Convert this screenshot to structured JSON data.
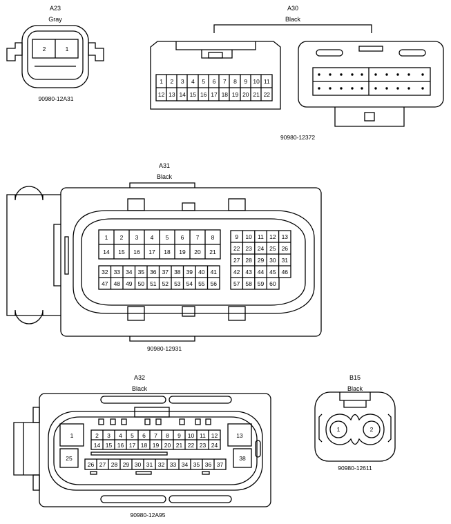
{
  "connectors": {
    "a23": {
      "id": "A23",
      "color": "Gray",
      "part_number": "90980-12A31",
      "pins": [
        "2",
        "1"
      ]
    },
    "a30": {
      "id": "A30",
      "color": "Black",
      "part_number": "90980-12372",
      "row1": [
        "1",
        "2",
        "3",
        "4",
        "5",
        "6",
        "7",
        "8",
        "9",
        "10",
        "11"
      ],
      "row2": [
        "12",
        "13",
        "14",
        "15",
        "16",
        "17",
        "18",
        "19",
        "20",
        "21",
        "22"
      ]
    },
    "a31": {
      "id": "A31",
      "color": "Black",
      "part_number": "90980-12931",
      "left_rows": [
        [
          "1",
          "2",
          "3",
          "4",
          "5",
          "6",
          "7",
          "8"
        ],
        [
          "14",
          "15",
          "16",
          "17",
          "18",
          "19",
          "20",
          "21"
        ],
        [
          "32",
          "33",
          "34",
          "35",
          "36",
          "37",
          "38",
          "39",
          "40",
          "41"
        ],
        [
          "47",
          "48",
          "49",
          "50",
          "51",
          "52",
          "53",
          "54",
          "55",
          "56"
        ]
      ],
      "right_rows": [
        [
          "9",
          "10",
          "11",
          "12",
          "13"
        ],
        [
          "22",
          "23",
          "24",
          "25",
          "26"
        ],
        [
          "27",
          "28",
          "29",
          "30",
          "31"
        ],
        [
          "42",
          "43",
          "44",
          "45",
          "46"
        ],
        [
          "57",
          "58",
          "59",
          "60"
        ]
      ]
    },
    "a32": {
      "id": "A32",
      "color": "Black",
      "part_number": "90980-12A95",
      "row1": [
        "2",
        "3",
        "4",
        "5",
        "6",
        "7",
        "8",
        "9",
        "10",
        "11",
        "12"
      ],
      "row2": [
        "14",
        "15",
        "16",
        "17",
        "18",
        "19",
        "20",
        "21",
        "22",
        "23",
        "24"
      ],
      "row3": [
        "26",
        "27",
        "28",
        "29",
        "30",
        "31",
        "32",
        "33",
        "34",
        "35",
        "36",
        "37"
      ],
      "large_pins": [
        "1",
        "13",
        "25",
        "38"
      ]
    },
    "b15": {
      "id": "B15",
      "color": "Black",
      "part_number": "90980-12611",
      "pins": [
        "1",
        "2"
      ]
    }
  }
}
